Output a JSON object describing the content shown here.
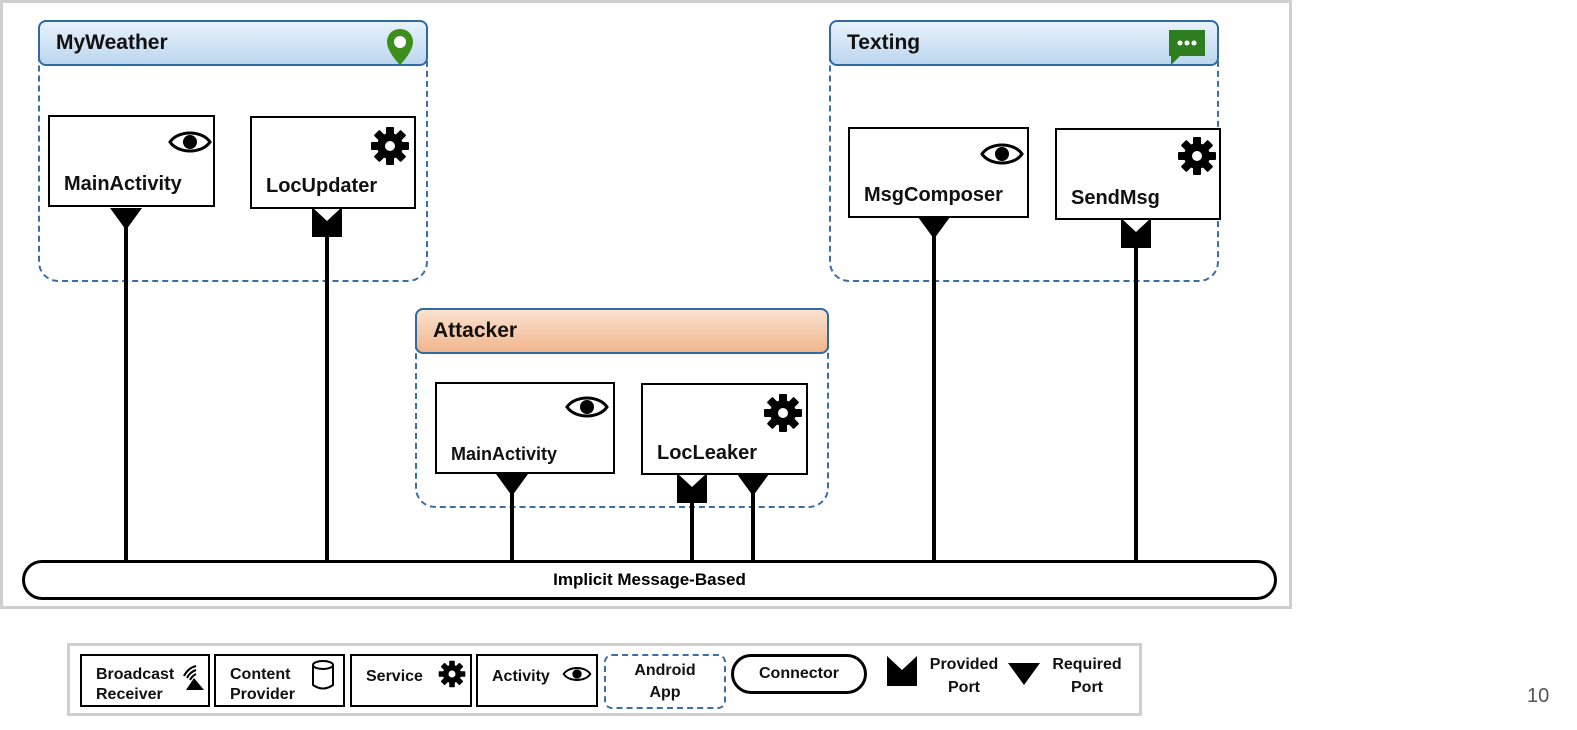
{
  "apps": {
    "myweather": {
      "name": "MyWeather",
      "icon": "location-pin-icon"
    },
    "texting": {
      "name": "Texting",
      "icon": "chat-bubble-icon"
    },
    "attacker": {
      "name": "Attacker"
    }
  },
  "components": {
    "myweather_main": {
      "label": "MainActivity",
      "type": "Activity"
    },
    "locupdater": {
      "label": "LocUpdater",
      "type": "Service"
    },
    "msgcomposer": {
      "label": "MsgComposer",
      "type": "Activity"
    },
    "sendmsg": {
      "label": "SendMsg",
      "type": "Service"
    },
    "attacker_main": {
      "label": "MainActivity",
      "type": "Activity"
    },
    "locleaker": {
      "label": "LocLeaker",
      "type": "Service"
    }
  },
  "connector": {
    "label": "Implicit Message-Based"
  },
  "legend": {
    "broadcast_receiver_1": "Broadcast",
    "broadcast_receiver_2": "Receiver",
    "content_provider_1": "Content",
    "content_provider_2": "Provider",
    "service": "Service",
    "activity": "Activity",
    "android_app_1": "Android",
    "android_app_2": "App",
    "connector": "Connector",
    "provided_port_1": "Provided",
    "provided_port_2": "Port",
    "required_port_1": "Required",
    "required_port_2": "Port"
  },
  "colors": {
    "app_header_blue": "#bcd6ee",
    "attacker_header_orange": "#f1b58d",
    "pin_green": "#3e8e1e",
    "chat_green": "#2e7d1f"
  },
  "slide_number": "10"
}
